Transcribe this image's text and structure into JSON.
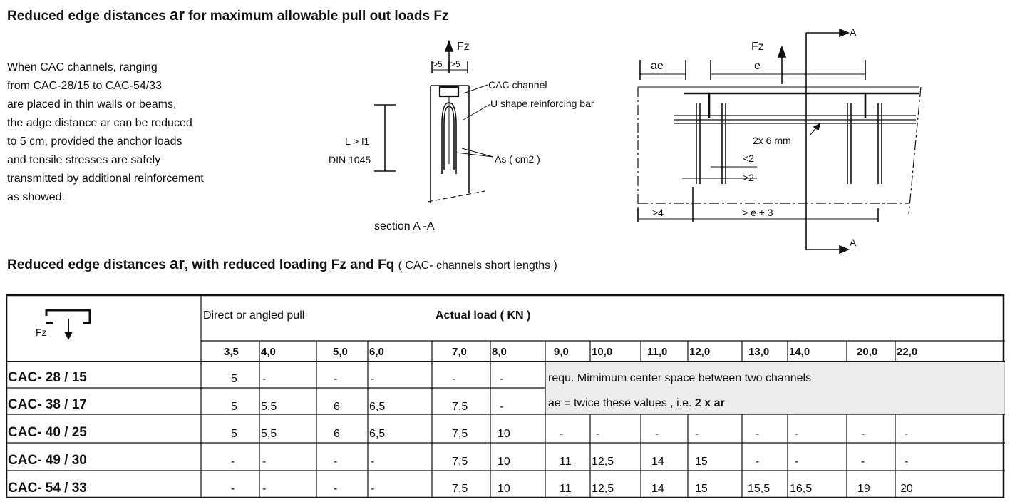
{
  "title_top": {
    "pre": "Reduced edge distances ",
    "ar": "ar",
    "post": " for maximum allowable pull out loads Fz"
  },
  "intro_lines": [
    "When CAC channels, ranging",
    "from CAC-28/15 to CAC-54/33",
    "are placed in thin walls or beams,",
    "the adge distance ar can be reduced",
    "to 5 cm, provided the anchor loads",
    "and tensile stresses are safely",
    "transmitted by additional reinforcement",
    "as showed."
  ],
  "section_diagram": {
    "fz": "Fz",
    "dim_a": ">5",
    "dim_b": ">5",
    "cac_channel": "CAC channel",
    "u_bar": "U shape reinforcing bar",
    "l_i1": "L > l1",
    "din": "DIN 1045",
    "as": "As ( cm2 )",
    "section": "section A -A"
  },
  "plan_diagram": {
    "ae": "ae",
    "e": "e",
    "fz": "Fz",
    "a_top": "A",
    "a_bottom": "A",
    "bars": "2x  6 mm",
    "lt2": "<2",
    "gt2": ">2",
    "gt4": ">4",
    "ge3": "> e + 3"
  },
  "title_table": {
    "pre": "Reduced edge distances ",
    "ar": "ar",
    "post": ", with reduced loading Fz and Fq",
    "note": "( CAC- channels short lengths )"
  },
  "table": {
    "icon_label": "Fz",
    "direct_pull": "Direct or angled pull",
    "actual_load": "Actual load  ( KN )",
    "loads": [
      "3,5",
      "4,0",
      "5,0",
      "6,0",
      "7,0",
      "8,0",
      "9,0",
      "10,0",
      "11,0",
      "12,0",
      "13,0",
      "14,0",
      "20,0",
      "22,0"
    ],
    "rows": [
      {
        "label": "CAC- 28 / 15",
        "values": [
          "5",
          "-",
          "-",
          "-",
          "-",
          "-"
        ]
      },
      {
        "label": "CAC- 38 / 17",
        "values": [
          "5",
          "5,5",
          "6",
          "6,5",
          "7,5",
          "-"
        ]
      },
      {
        "label": "CAC- 40 / 25",
        "values": [
          "5",
          "5,5",
          "6",
          "6,5",
          "7,5",
          "10",
          "-",
          "-",
          "-",
          "-",
          "-",
          "-",
          "-",
          "-"
        ]
      },
      {
        "label": "CAC- 49 / 30",
        "values": [
          "-",
          "-",
          "-",
          "-",
          "7,5",
          "10",
          "11",
          "12,5",
          "14",
          "15",
          "-",
          "-",
          "-",
          "-"
        ]
      },
      {
        "label": "CAC- 54 / 33",
        "values": [
          "-",
          "-",
          "-",
          "-",
          "7,5",
          "10",
          "11",
          "12,5",
          "14",
          "15",
          "15,5",
          "16,5",
          "19",
          "20"
        ]
      }
    ],
    "note_line1": "requ. Mimimum center space between two channels",
    "note_line2_pre": "ae = twice these values , i.e. ",
    "note_line2_bold": "2 x ar"
  }
}
